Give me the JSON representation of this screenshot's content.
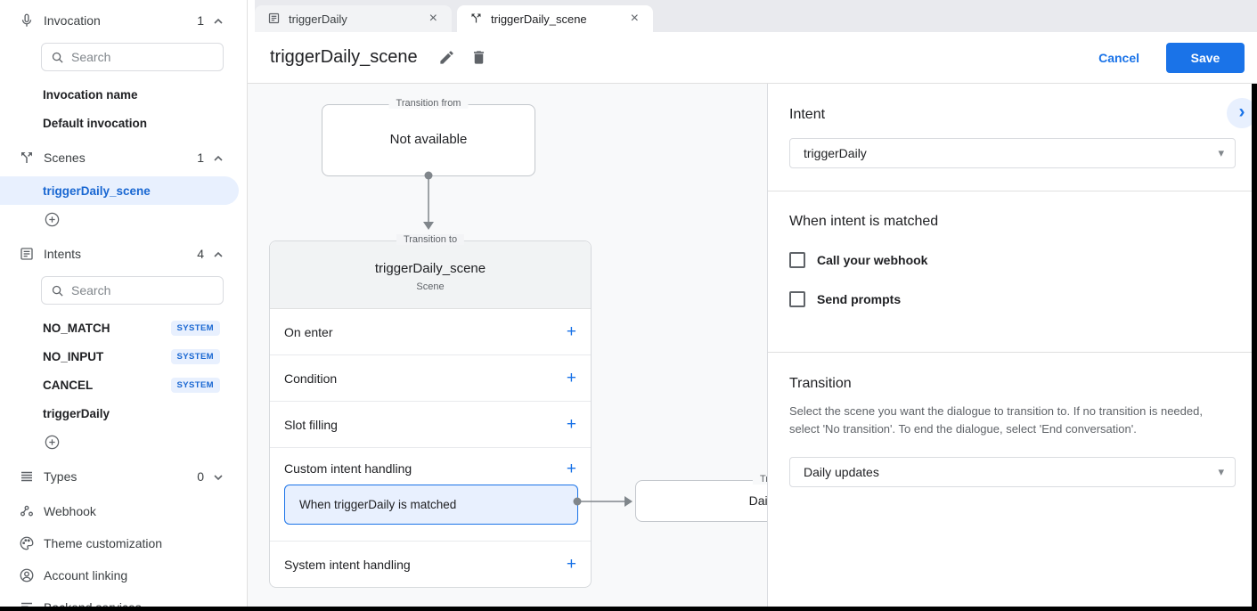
{
  "colors": {
    "accent": "#1a73e8",
    "selected_bg": "#e8f0fe",
    "badge_text": "#1967d2",
    "canvas_bg": "#f8f9fa"
  },
  "icons": {
    "close_glyph": "×",
    "plus_glyph": "+",
    "caret_glyph": "▾",
    "chevron_right_glyph": "›"
  },
  "sidebar": {
    "search_placeholder": "Search",
    "invocation": {
      "label": "Invocation",
      "count": "1"
    },
    "invocation_items": [
      {
        "label": "Invocation name"
      },
      {
        "label": "Default invocation"
      }
    ],
    "scenes": {
      "label": "Scenes",
      "count": "1"
    },
    "scene_items": [
      {
        "label": "triggerDaily_scene",
        "selected": true
      }
    ],
    "intents": {
      "label": "Intents",
      "count": "4"
    },
    "intent_items": [
      {
        "label": "NO_MATCH",
        "badge": "SYSTEM"
      },
      {
        "label": "NO_INPUT",
        "badge": "SYSTEM"
      },
      {
        "label": "CANCEL",
        "badge": "SYSTEM"
      },
      {
        "label": "triggerDaily",
        "badge": ""
      }
    ],
    "types": {
      "label": "Types",
      "count": "0"
    },
    "links": [
      {
        "label": "Webhook"
      },
      {
        "label": "Theme customization"
      },
      {
        "label": "Account linking"
      },
      {
        "label": "Backend services"
      }
    ]
  },
  "tabs": [
    {
      "label": "triggerDaily",
      "active": false
    },
    {
      "label": "triggerDaily_scene",
      "active": true
    }
  ],
  "header": {
    "title": "triggerDaily_scene",
    "cancel_label": "Cancel",
    "save_label": "Save"
  },
  "canvas": {
    "transition_from": {
      "legend": "Transition from",
      "text": "Not available"
    },
    "scene_card": {
      "legend": "Transition to",
      "title": "triggerDaily_scene",
      "subtitle": "Scene",
      "rows": [
        {
          "label": "On enter"
        },
        {
          "label": "Condition"
        },
        {
          "label": "Slot filling"
        },
        {
          "label": "Custom intent handling",
          "child": "When triggerDaily is matched"
        },
        {
          "label": "System intent handling"
        }
      ]
    },
    "target_box": {
      "legend": "Transition to",
      "text": "Daily updates"
    }
  },
  "panel": {
    "intent_section": {
      "title": "Intent",
      "dropdown_value": "triggerDaily"
    },
    "matched_section": {
      "title": "When intent is matched",
      "checkboxes": [
        {
          "label": "Call your webhook",
          "checked": false
        },
        {
          "label": "Send prompts",
          "checked": false
        }
      ]
    },
    "transition_section": {
      "title": "Transition",
      "description": "Select the scene you want the dialogue to transition to. If no transition is needed, select 'No transition'. To end the dialogue, select 'End conversation'.",
      "dropdown_value": "Daily updates"
    }
  }
}
